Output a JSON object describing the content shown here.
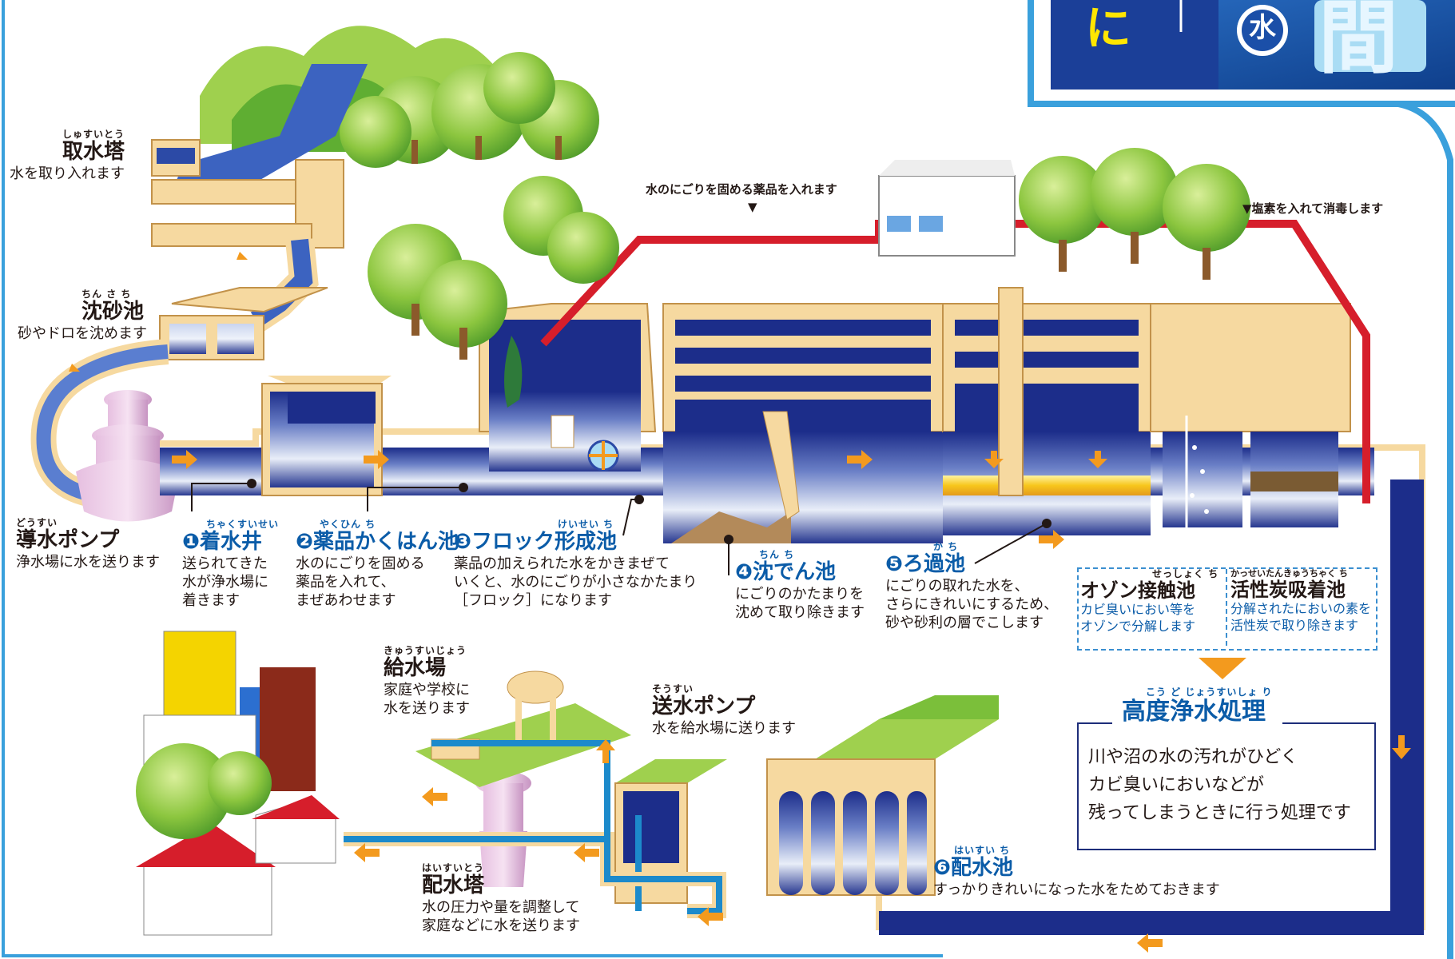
{
  "header": {
    "char_left": "に",
    "char_circle": "水",
    "char_right": "間"
  },
  "labels": {
    "intake_tower": {
      "ruby": "しゅすいとう",
      "title": "取水塔",
      "desc": "水を取り入れます"
    },
    "grit_chamber": {
      "ruby": "ちん さ ち",
      "title": "沈砂池",
      "desc": "砂やドロを沈めます"
    },
    "intake_pump": {
      "ruby": "どうすい",
      "title": "導水ポンプ",
      "desc": "浄水場に水を送ります"
    },
    "receiving_well": {
      "ruby": "ちゃくすいせい",
      "title": "❶着水井",
      "desc": [
        "送られてきた",
        "水が浄水場に",
        "着きます"
      ]
    },
    "mixing_basin": {
      "ruby": "やくひん ち",
      "title": "❷薬品かくはん池",
      "desc": [
        "水のにごりを固める",
        "薬品を入れて、",
        "まぜあわせます"
      ]
    },
    "floc_basin": {
      "ruby": "けいせい ち",
      "title": "❸フロック形成池",
      "desc": [
        "薬品の加えられた水をかきまぜて",
        "いくと、水のにごりが小さなかたまり",
        "［フロック］になります"
      ]
    },
    "sedimentation": {
      "ruby": "ちん ち",
      "title": "❹沈でん池",
      "desc": [
        "にごりのかたまりを",
        "沈めて取り除きます"
      ]
    },
    "filtration": {
      "ruby": "か ち",
      "title": "❺ろ過池",
      "desc": [
        "にごりの取れた水を、",
        "さらにきれいにするため、",
        "砂や砂利の層でこします"
      ]
    },
    "ozone": {
      "ruby": "せっしょく ち",
      "title": "オゾン接触池",
      "desc": [
        "カビ臭いにおい等を",
        "オゾンで分解します"
      ]
    },
    "activated_carbon": {
      "ruby": "かっせいたんきゅうちゃく ち",
      "title": "活性炭吸着池",
      "desc": [
        "分解されたにおいの素を",
        "活性炭で取り除きます"
      ]
    },
    "advanced_treatment": {
      "ruby": "こう ど じょうすいしょ り",
      "title": "高度浄水処理",
      "desc": [
        "川や沼の水の汚れがひどく",
        "カビ臭いにおいなどが",
        "残ってしまうときに行う処理です"
      ]
    },
    "distribution_reservoir": {
      "ruby": "はいすい ち",
      "title": "❻配水池",
      "desc": "すっかりきれいになった水をためておきます"
    },
    "transmission_pump": {
      "ruby": "そうすい",
      "title": "送水ポンプ",
      "desc": "水を給水場に送ります"
    },
    "supply_station": {
      "ruby": "きゅうすいじょう",
      "title": "給水場",
      "desc": [
        "家庭や学校に",
        "水を送ります"
      ]
    },
    "distribution_tower": {
      "ruby": "はいすいとう",
      "title": "配水塔",
      "desc": [
        "水の圧力や量を調整して",
        "家庭などに水を送ります"
      ]
    }
  },
  "notes": {
    "coagulant": "水のにごりを固める薬品を入れます",
    "chlorine": "▼塩素を入れて消毒します"
  },
  "colors": {
    "water_dark": "#1c2d8a",
    "water_light": "#dde8f7",
    "concrete": "#f6d9a0",
    "concrete_edge": "#c2924a",
    "pipe_red": "#d61e2b",
    "arrow_orange": "#f39a1e",
    "tree_green": "#8cc63f",
    "title_blue": "#0b5ca8"
  }
}
